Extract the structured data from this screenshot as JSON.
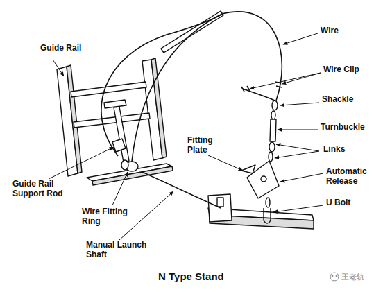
{
  "diagram": {
    "title": "N Type Stand",
    "labels": [
      "Guide Rail",
      "Wire",
      "Wire Clip",
      "Shackle",
      "Turnbuckle",
      "Fitting Plate",
      "Links",
      "Automatic Release",
      "U Bolt",
      "Guide Rail Support Rod",
      "Wire Fitting Ring",
      "Manual Launch Shaft",
      "王老轨"
    ]
  }
}
